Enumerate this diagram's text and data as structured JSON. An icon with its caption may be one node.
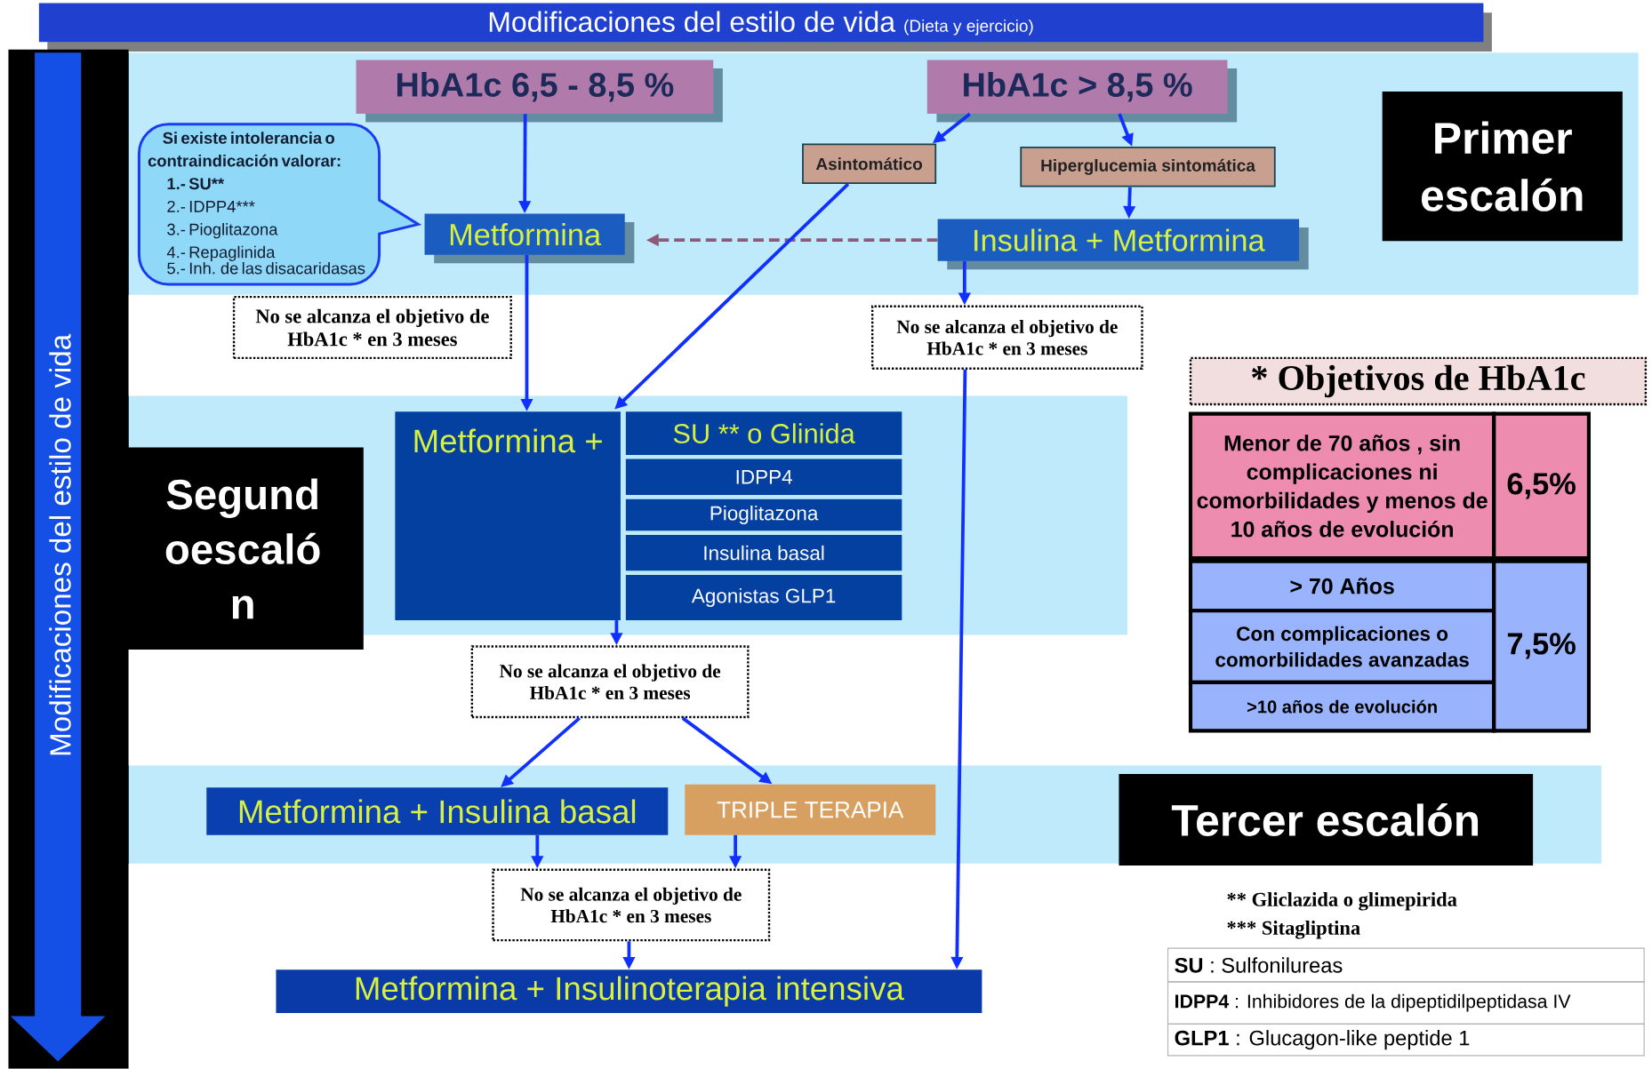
{
  "diagram": {
    "nodes": [
      {
        "text": [
          "Modificaciones del estilo de vida",
          "(Dieta y ejercicio)"
        ]
      },
      {
        "text": [
          "Modificaciones del estilo de vida"
        ]
      },
      {
        "text": [
          "HbA1c 6,5 - 8,5 %"
        ]
      },
      {
        "text": [
          "HbA1c > 8,5 %"
        ]
      },
      {
        "text": [
          "Primer escalón"
        ]
      },
      {
        "text": [
          "Si existe intolerancia o contraindicación valorar:",
          "1.- SU**",
          "2.- IDPP4***",
          "3.- Pioglitazona",
          "4.- Repaglinida",
          "5.- Inh. de las disacaridasas"
        ]
      },
      {
        "text": [
          "Asintomático"
        ]
      },
      {
        "text": [
          "Hiperglucemia sintomática"
        ]
      },
      {
        "text": [
          "Metformina"
        ]
      },
      {
        "text": [
          "Insulina + Metformina"
        ]
      },
      {
        "text": [
          "No se alcanza el objetivo de HbA1c * en 3 meses"
        ]
      },
      {
        "text": [
          "No se alcanza el objetivo de HbA1c * en 3 meses"
        ]
      },
      {
        "text": [
          "* Objetivos de HbA1c"
        ]
      },
      {
        "text": [
          "Menor de 70 años , sin complicaciones ni comorbilidades y menos de 10 años de evolución"
        ]
      },
      {
        "text": [
          "6,5%"
        ]
      },
      {
        "text": [
          "> 70 Años"
        ]
      },
      {
        "text": [
          "Con complicaciones o comorbilidades avanzadas"
        ]
      },
      {
        "text": [
          ">10 años de evolución"
        ]
      },
      {
        "text": [
          "7,5%"
        ]
      },
      {
        "text": [
          "Segund oescaló n"
        ]
      },
      {
        "text": [
          "Metformina +"
        ]
      },
      {
        "text": [
          "SU ** o Glinida"
        ]
      },
      {
        "text": [
          "IDPP4"
        ]
      },
      {
        "text": [
          "Pioglitazona"
        ]
      },
      {
        "text": [
          "Insulina basal"
        ]
      },
      {
        "text": [
          "Agonistas GLP1"
        ]
      },
      {
        "text": [
          "No se alcanza el objetivo de HbA1c * en 3 meses"
        ]
      },
      {
        "text": [
          "Metformina + Insulina basal"
        ]
      },
      {
        "text": [
          "TRIPLE TERAPIA"
        ]
      },
      {
        "text": [
          "Tercer escalón"
        ]
      },
      {
        "text": [
          "No se alcanza el objetivo de HbA1c * en 3 meses"
        ]
      },
      {
        "text": [
          "Metformina + Insulinoterapia intensiva"
        ]
      }
    ],
    "edges": [
      {
        "from": 2,
        "to": 8,
        "arrow": "to"
      },
      {
        "from": 3,
        "to": 6,
        "arrow": "to"
      },
      {
        "from": 3,
        "to": 7,
        "arrow": "to"
      },
      {
        "from": 7,
        "to": 9,
        "arrow": "to"
      },
      {
        "from": 9,
        "to": 8,
        "arrow": "to",
        "style": "dashed",
        "color": "#8c5a78"
      },
      {
        "from": 8,
        "to": 20,
        "arrow": "to"
      },
      {
        "from": 6,
        "to": 20,
        "arrow": "to"
      },
      {
        "from": 9,
        "to": 11,
        "arrow": "to"
      },
      {
        "from": 11,
        "to": 31,
        "arrow": "to"
      },
      {
        "from": 20,
        "to": 26,
        "arrow": "to"
      },
      {
        "from": 26,
        "to": 27,
        "arrow": "to"
      },
      {
        "from": 26,
        "to": 28,
        "arrow": "to"
      },
      {
        "from": 27,
        "to": 30,
        "arrow": "to"
      },
      {
        "from": 28,
        "to": 30,
        "arrow": "to"
      },
      {
        "from": 30,
        "to": 31,
        "arrow": "to"
      }
    ],
    "labels": [
      "** Gliclazida o glimepirida",
      "*** Sitagliptina",
      "**SU** : Sulfonilureas",
      "**IDPP4** : Inhibidores de la dipeptidilpeptidasa IV",
      "**GLP1** : Glucagon-like peptide 1"
    ]
  }
}
